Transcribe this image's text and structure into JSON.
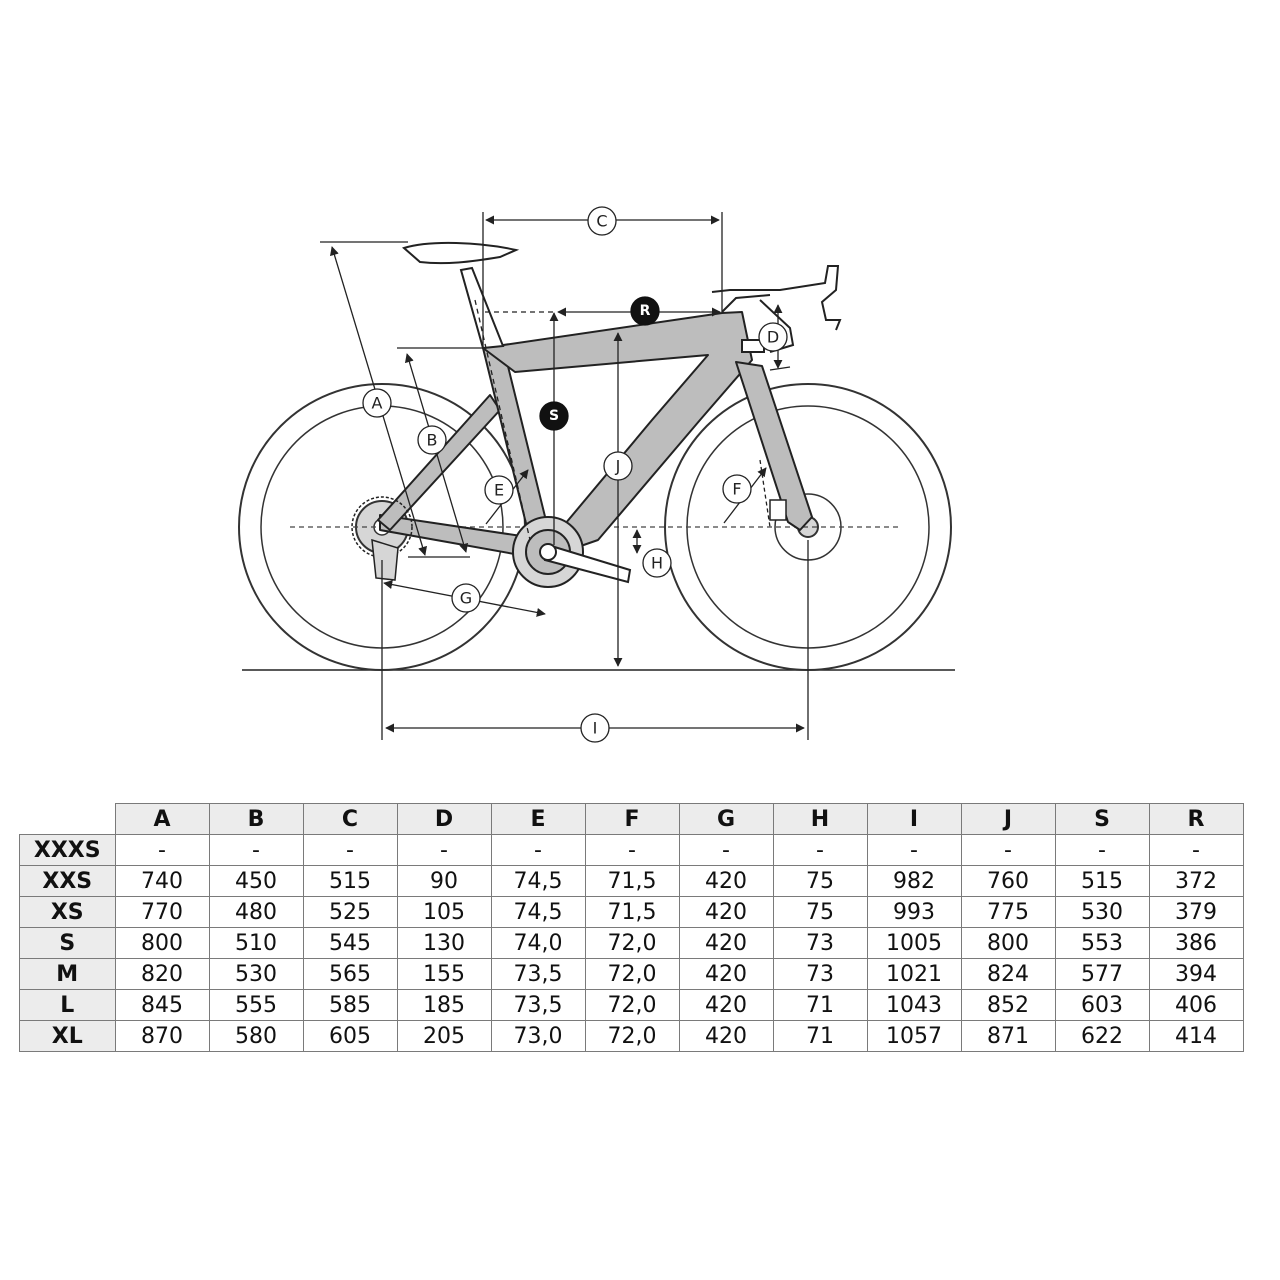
{
  "markers": {
    "A": "A",
    "B": "B",
    "C": "C",
    "D": "D",
    "E": "E",
    "F": "F",
    "G": "G",
    "H": "H",
    "I": "I",
    "J": "J",
    "S": "S",
    "R": "R"
  },
  "table": {
    "columns": [
      "A",
      "B",
      "C",
      "D",
      "E",
      "F",
      "G",
      "H",
      "I",
      "J",
      "S",
      "R"
    ],
    "rows": [
      {
        "size": "XXXS",
        "values": [
          "-",
          "-",
          "-",
          "-",
          "-",
          "-",
          "-",
          "-",
          "-",
          "-",
          "-",
          "-"
        ]
      },
      {
        "size": "XXS",
        "values": [
          "740",
          "450",
          "515",
          "90",
          "74,5",
          "71,5",
          "420",
          "75",
          "982",
          "760",
          "515",
          "372"
        ]
      },
      {
        "size": "XS",
        "values": [
          "770",
          "480",
          "525",
          "105",
          "74,5",
          "71,5",
          "420",
          "75",
          "993",
          "775",
          "530",
          "379"
        ]
      },
      {
        "size": "S",
        "values": [
          "800",
          "510",
          "545",
          "130",
          "74,0",
          "72,0",
          "420",
          "73",
          "1005",
          "800",
          "553",
          "386"
        ]
      },
      {
        "size": "M",
        "values": [
          "820",
          "530",
          "565",
          "155",
          "73,5",
          "72,0",
          "420",
          "73",
          "1021",
          "824",
          "577",
          "394"
        ]
      },
      {
        "size": "L",
        "values": [
          "845",
          "555",
          "585",
          "185",
          "73,5",
          "72,0",
          "420",
          "71",
          "1043",
          "852",
          "603",
          "406"
        ]
      },
      {
        "size": "XL",
        "values": [
          "870",
          "580",
          "605",
          "205",
          "73,0",
          "72,0",
          "420",
          "71",
          "1057",
          "871",
          "622",
          "414"
        ]
      }
    ]
  },
  "colors": {
    "frame_fill": "#bdbdbd",
    "line": "#222222",
    "header_fill": "#ececec",
    "badge": "#111111"
  }
}
